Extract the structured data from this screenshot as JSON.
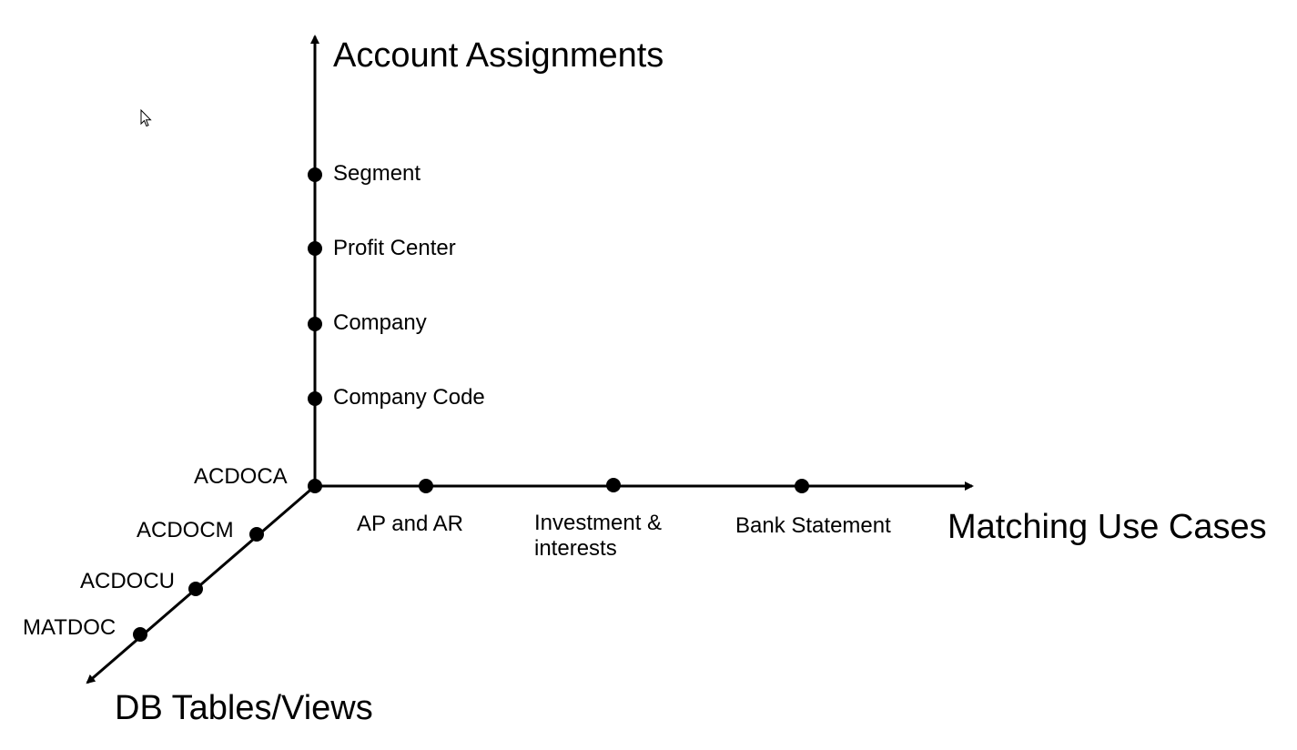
{
  "diagram": {
    "vertical_axis": {
      "title": "Account Assignments",
      "items": [
        "Company Code",
        "Company",
        "Profit Center",
        "Segment"
      ]
    },
    "horizontal_axis": {
      "title": "Matching Use Cases",
      "items": [
        "AP and AR",
        "Investment & interests",
        "Bank Statement"
      ]
    },
    "diagonal_axis": {
      "title": "DB Tables/Views",
      "origin_label": "ACDOCA",
      "items": [
        "ACDOCM",
        "ACDOCU",
        "MATDOC"
      ]
    }
  },
  "colors": {
    "line": "#000000",
    "background": "#ffffff"
  },
  "icons": {
    "cursor": "mouse-pointer-icon"
  }
}
